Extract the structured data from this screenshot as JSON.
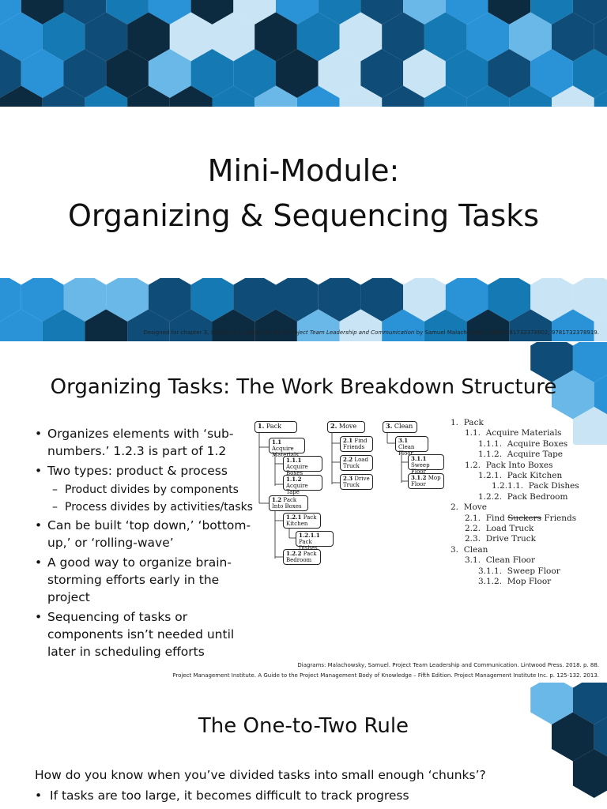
{
  "slide1": {
    "title_line1": "Mini-Module:",
    "title_line2": "Organizing & Sequencing Tasks",
    "credit_pre": "Designed for chapter 3, section 3.3, pages 88–90 of ",
    "credit_book": "Project Team Leadership and Communication",
    "credit_post": " by Samuel Malachowsky, ISBN 9781732378902, 9781732378919."
  },
  "slide2": {
    "title": "Organizing Tasks: The Work Breakdown Structure",
    "bullets": [
      "Organizes elements with ‘sub-numbers.’ 1.2.3 is part of 1.2",
      "Two types: product & process",
      "Product divides by components",
      "Process divides by activities/tasks",
      "Can be built ‘top down,’ ‘bottom-up,’ or ‘rolling-wave’",
      "A good way to organize brain-storming efforts early in the project",
      "Sequencing of tasks or components isn’t needed until later in scheduling efforts"
    ],
    "wbs_boxes": {
      "pack": [
        "1.",
        "Pack"
      ],
      "move": [
        "2.",
        "Move"
      ],
      "clean": [
        "3.",
        "Clean"
      ],
      "acquire_materials": [
        "1.1",
        "Acquire Materials"
      ],
      "acquire_boxes": [
        "1.1.1",
        "Acquire Boxes"
      ],
      "acquire_tape": [
        "1.1.2",
        "Acquire Tape"
      ],
      "pack_into_boxes": [
        "1.2",
        "Pack Into Boxes"
      ],
      "pack_kitchen": [
        "1.2.1",
        "Pack Kitchen"
      ],
      "pack_dishes": [
        "1.2.1.1",
        "Pack Dishes"
      ],
      "pack_bedroom": [
        "1.2.2",
        "Pack Bedroom"
      ],
      "find_friends": [
        "2.1",
        "Find Friends"
      ],
      "load_truck": [
        "2.2",
        "Load Truck"
      ],
      "drive_truck": [
        "2.3",
        "Drive Truck"
      ],
      "clean_floor": [
        "3.1",
        "Clean Floor"
      ],
      "sweep_floor": [
        "3.1.1",
        "Sweep Floor"
      ],
      "mop_floor": [
        "3.1.2",
        "Mop Floor"
      ]
    },
    "outline": [
      {
        "num": "1.",
        "text": "Pack"
      },
      {
        "num": "1.1.",
        "text": "Acquire Materials"
      },
      {
        "num": "1.1.1.",
        "text": "Acquire Boxes"
      },
      {
        "num": "1.1.2.",
        "text": "Acquire Tape"
      },
      {
        "num": "1.2.",
        "text": "Pack Into Boxes"
      },
      {
        "num": "1.2.1.",
        "text": "Pack Kitchen"
      },
      {
        "num": "1.2.1.1.",
        "text": "Pack Dishes"
      },
      {
        "num": "1.2.2.",
        "text": "Pack Bedroom"
      },
      {
        "num": "2.",
        "text": "Move"
      },
      {
        "num": "2.1.",
        "text": "Find",
        "strike": "Suckers",
        "after": "Friends"
      },
      {
        "num": "2.2.",
        "text": "Load Truck"
      },
      {
        "num": "2.3.",
        "text": "Drive Truck"
      },
      {
        "num": "3.",
        "text": "Clean"
      },
      {
        "num": "3.1.",
        "text": "Clean Floor"
      },
      {
        "num": "3.1.1.",
        "text": "Sweep Floor"
      },
      {
        "num": "3.1.2.",
        "text": "Mop Floor"
      }
    ],
    "ref1": "Diagrams: Malachowsky, Samuel. Project Team Leadership and Communication. Lintwood Press. 2018. p. 88.",
    "ref2": "Project Management Institute. A Guide to the Project Management Body of Knowledge – Fifth Edition. Project Management Institute Inc. p. 125-132. 2013."
  },
  "slide3": {
    "title": "The One-to-Two Rule",
    "question": "How do you know when you’ve divided tasks into small enough ‘chunks’?",
    "bullet1": "If tasks are too large, it becomes difficult to track progress"
  },
  "colors": {
    "navy": "#0d2b40",
    "dark_blue": "#0f4d78",
    "mid_blue": "#1579b4",
    "bright_blue": "#2a93d8",
    "light_blue": "#6ab8e8",
    "pale_blue": "#c9e4f5"
  }
}
